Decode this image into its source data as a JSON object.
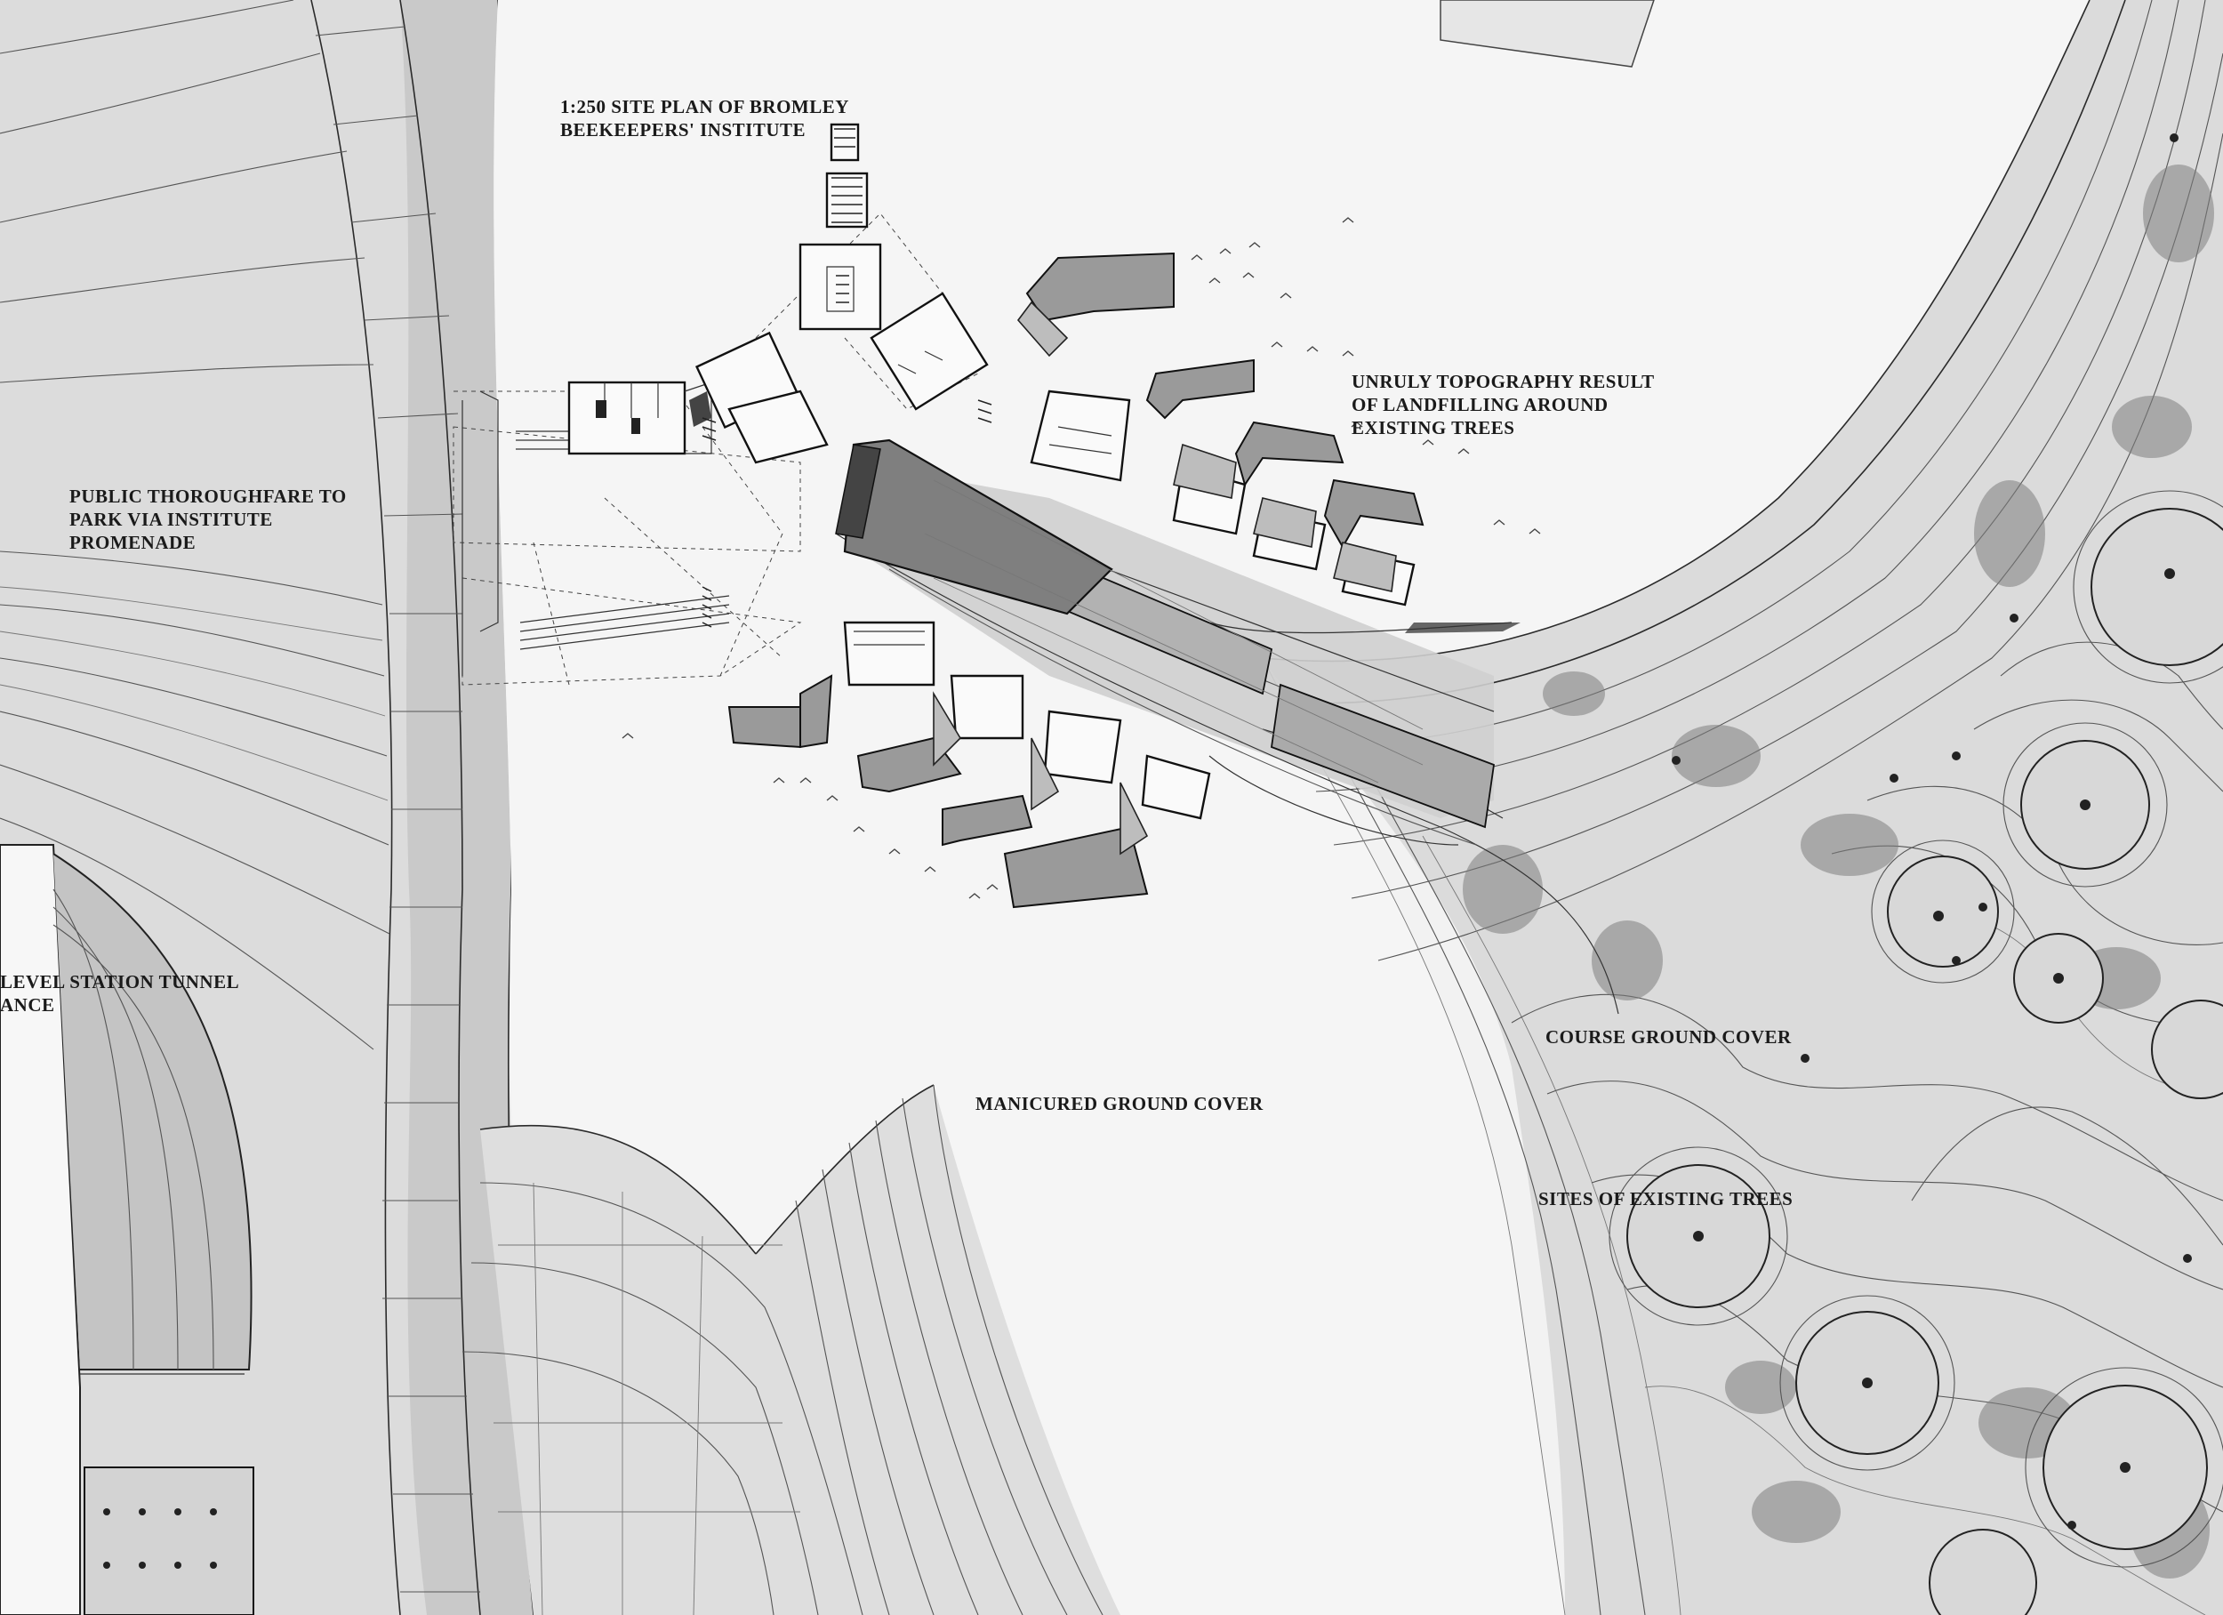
{
  "labels": {
    "title_line1": "1:250 SITE PLAN OF BROMLEY",
    "title_line2": "BEEKEEPERS' INSTITUTE",
    "unruly_line1": "UNRULY TOPOGRAPHY RESULT",
    "unruly_line2": "OF LANDFILLING AROUND",
    "unruly_line3": "EXISTING TREES",
    "public_line1": "PUBLIC THOROUGHFARE TO",
    "public_line2": "PARK VIA INSTITUTE",
    "public_line3": "PROMENADE",
    "station_line1": "LEVEL STATION TUNNEL",
    "station_line2": "ANCE",
    "manicured": "MANICURED GROUND COVER",
    "course": "COURSE GROUND COVER",
    "sites": "SITES OF EXISTING TREES"
  }
}
